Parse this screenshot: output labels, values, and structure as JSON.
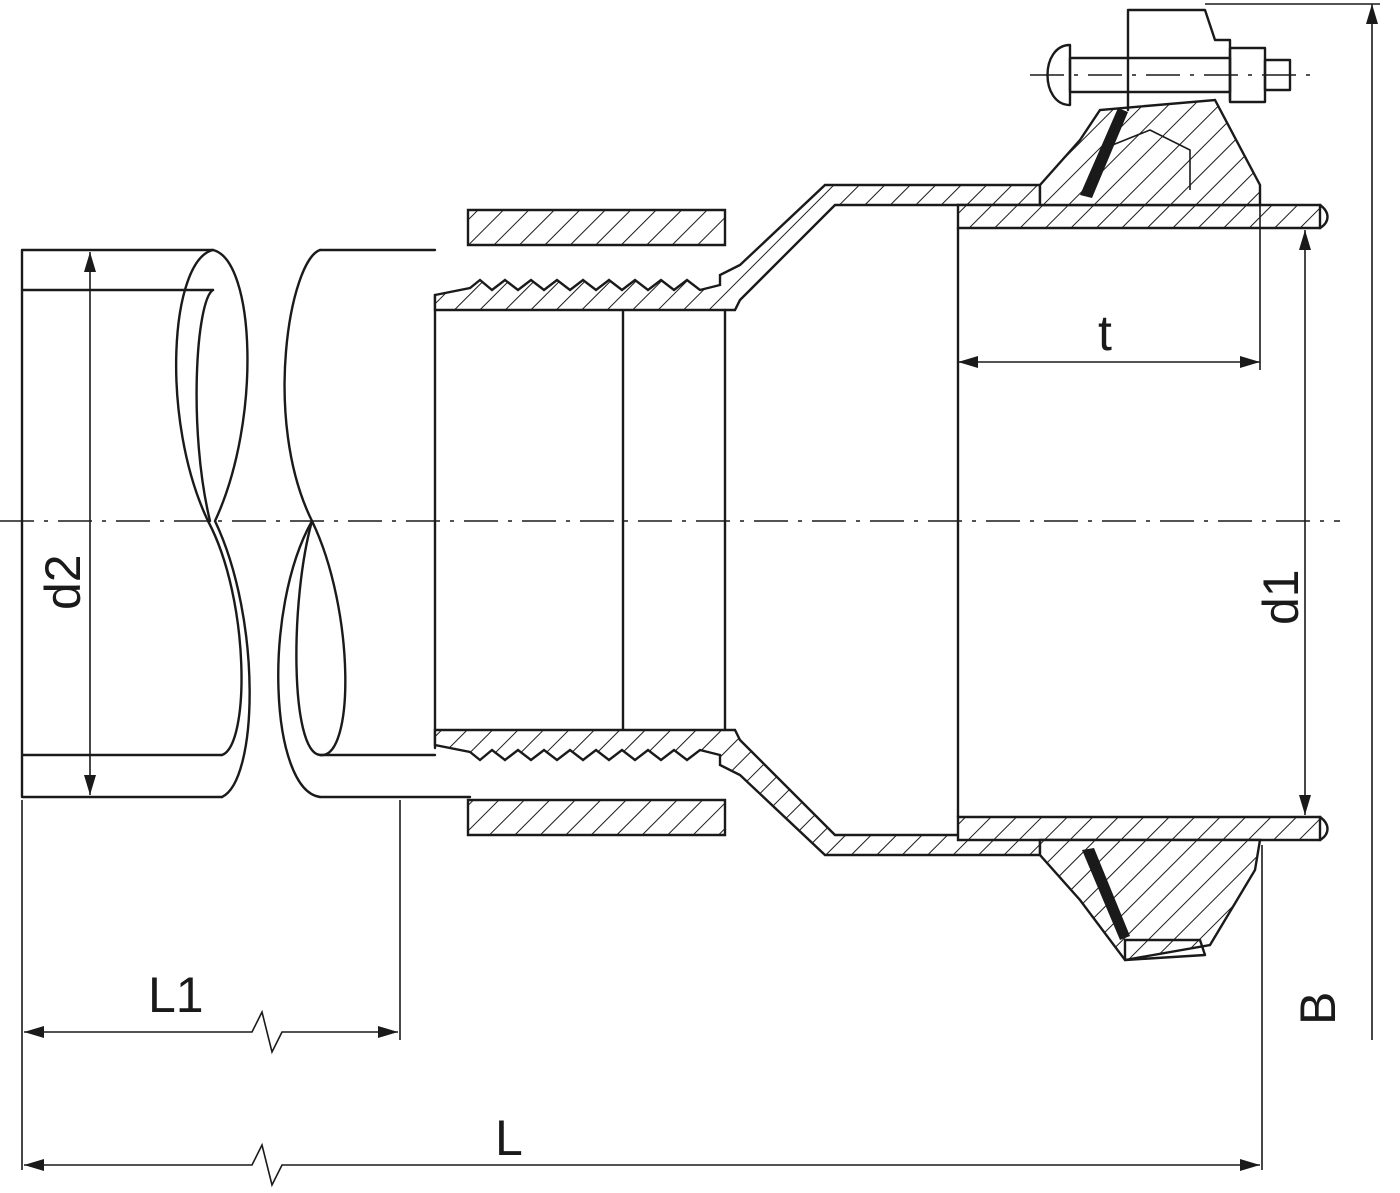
{
  "labels": {
    "d1": "d1",
    "d2": "d2",
    "t": "t",
    "L": "L",
    "L1": "L1",
    "B": "B"
  },
  "colors": {
    "line": "#1a1a1a",
    "background": "#ffffff"
  }
}
